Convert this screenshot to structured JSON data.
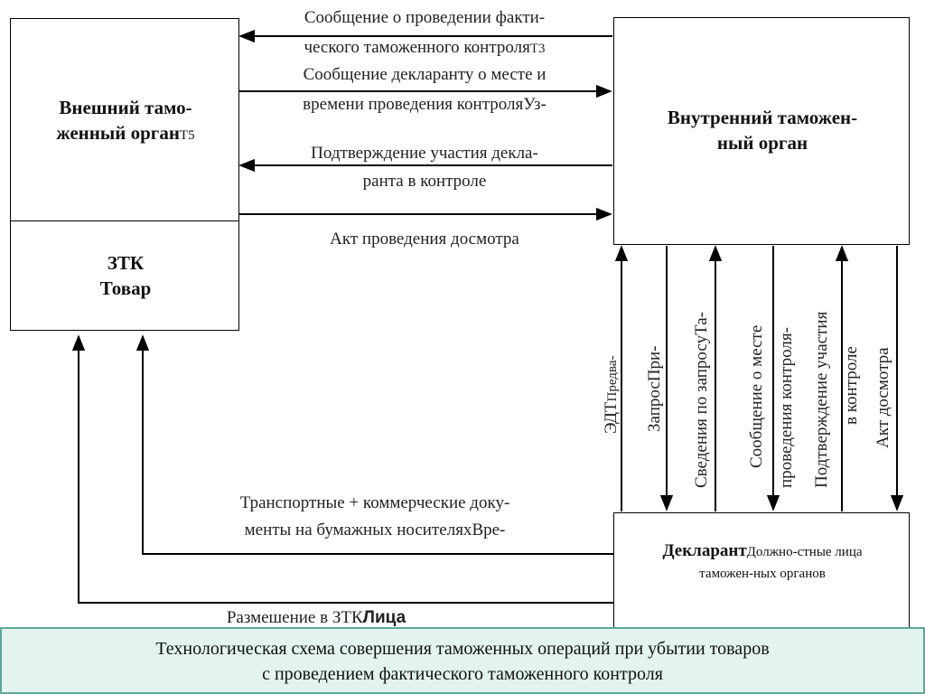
{
  "boxes": {
    "external": {
      "title_l1": "Внешний тамо-",
      "title_l2": "женный орган",
      "title_l2_tail": "Т5"
    },
    "ztk": {
      "title_l1": "ЗТК",
      "title_l2": "Товар"
    },
    "internal": {
      "title_l1": "Внутренний таможен-",
      "title_l2": "ный орган"
    },
    "declarant": {
      "title": "Декларант",
      "subtitle_l1": "Должно-стные лица",
      "subtitle_l2": "таможен-ных органов"
    }
  },
  "arrows": {
    "msg_inspection": {
      "l1": "Сообщение о проведении факти-",
      "l2": "ческого таможенного контроля",
      "tail": "Т3"
    },
    "msg_declarant": {
      "l1": "Сообщение декларанту о месте и",
      "l2": "времени проведения контроля",
      "tail": "Уз-"
    },
    "confirm": {
      "l1": "Подтверждение участия декла-",
      "l2": "ранта в контроле"
    },
    "act": {
      "l1": "Акт проведения досмотра"
    },
    "transport": {
      "l1": "Транспортные + коммерческие доку-",
      "l2": "менты на бумажных носителях",
      "tail": "Вре-"
    },
    "placement": {
      "l1": "Размешение в ЗТК",
      "tail": "Лица"
    }
  },
  "vertical_labels": {
    "edt": "ЭДТ",
    "edt_tail": "Предва-",
    "request": "Запрос",
    "request_tail": "При-",
    "info": "Сведения по запросу",
    "info_tail": "Та-",
    "msg_place_l1": "Сообщение о месте",
    "msg_place_l2": "проведения контроля-",
    "confirm_l1": "Подтверждение участия",
    "confirm_l2": "в контроле",
    "act": "Акт досмотра"
  },
  "caption": {
    "l1": "Технологическая схема совершения таможенных операций при убытии товаров",
    "l2": "с проведением фактического таможенного контроля"
  },
  "colors": {
    "caption_bg": "#e3f3ef",
    "caption_border": "#5fa79a",
    "lines": "#000000"
  }
}
